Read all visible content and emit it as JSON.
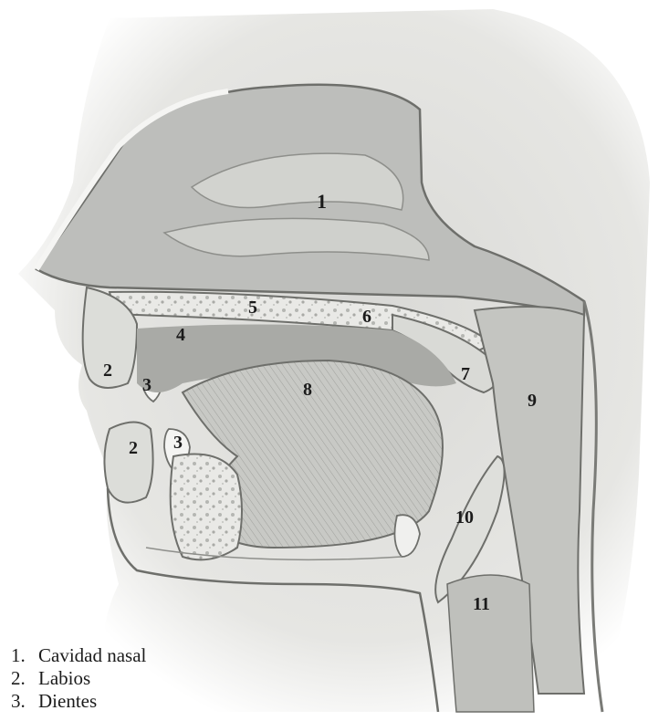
{
  "figure": {
    "labels": [
      {
        "id": "nasal-cavity",
        "text": "1"
      },
      {
        "id": "upper-lip",
        "text": "2"
      },
      {
        "id": "lower-lip",
        "text": "2"
      },
      {
        "id": "upper-teeth",
        "text": "3"
      },
      {
        "id": "lower-teeth",
        "text": "3"
      },
      {
        "id": "alveolar-ridge",
        "text": "4"
      },
      {
        "id": "hard-palate",
        "text": "5"
      },
      {
        "id": "soft-palate",
        "text": "6"
      },
      {
        "id": "uvula",
        "text": "7"
      },
      {
        "id": "tongue",
        "text": "8"
      },
      {
        "id": "pharynx",
        "text": "9"
      },
      {
        "id": "epiglottis",
        "text": "10"
      },
      {
        "id": "larynx",
        "text": "11"
      }
    ]
  },
  "legend": [
    {
      "index": "1.",
      "label": "Cavidad nasal"
    },
    {
      "index": "2.",
      "label": "Labios"
    },
    {
      "index": "3.",
      "label": "Dientes"
    }
  ]
}
